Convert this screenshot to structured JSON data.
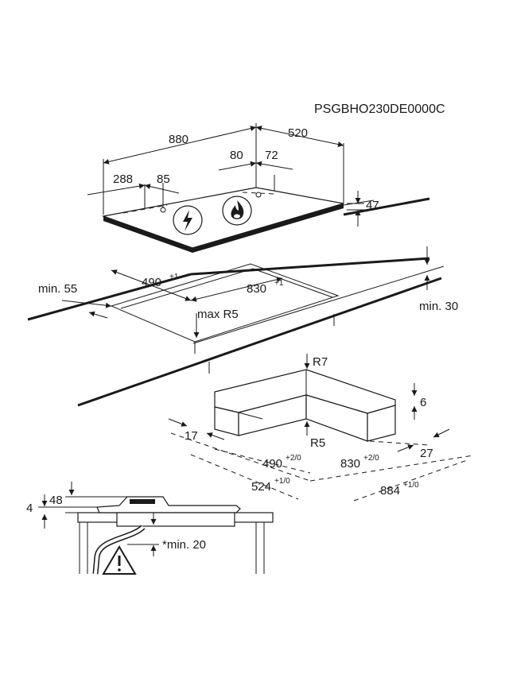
{
  "model_code": "PSGBHO230DE0000C",
  "hob": {
    "width": "880",
    "depth": "520",
    "d80": "80",
    "d72": "72",
    "d288": "288",
    "d85": "85",
    "height": "47",
    "icons": [
      "lightning-warning-icon",
      "flame-warning-icon"
    ]
  },
  "cutout": {
    "min_front": "min. 55",
    "width": "490",
    "width_tol": "+1",
    "length": "830",
    "length_tol": "+1",
    "radius": "max R5",
    "min_side": "min. 30"
  },
  "corner": {
    "r_outer": "R7",
    "r_inner": "R5",
    "depth": "6",
    "side_left": "17",
    "side_right": "27",
    "w1": "490",
    "w1_tol": "+2/0",
    "w2": "830",
    "w2_tol": "+2/0",
    "o1": "524",
    "o1_tol": "+1/0",
    "o2": "884",
    "o2_tol": "+1/0"
  },
  "section": {
    "h4": "4",
    "h48": "48",
    "min_below": "*min. 20",
    "warning_icon": "warning-triangle-icon"
  }
}
